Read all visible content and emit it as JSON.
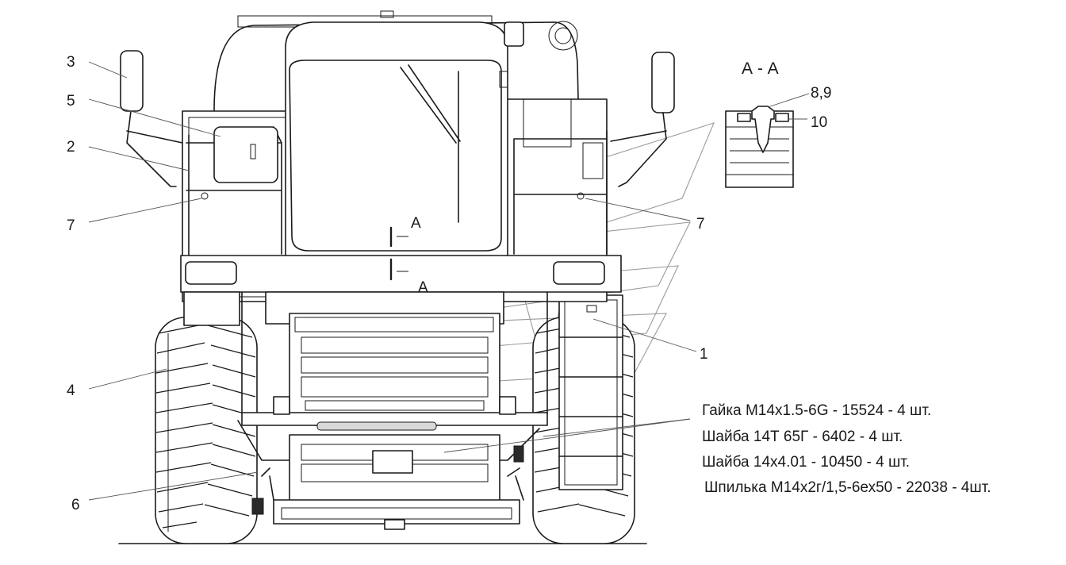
{
  "section": {
    "title": "А - А",
    "marker_top": "А",
    "marker_bottom": "А",
    "labels": [
      "8,9",
      "10"
    ]
  },
  "callouts": [
    "3",
    "5",
    "2",
    "7",
    "4",
    "6",
    "7",
    "1"
  ],
  "parts_list": [
    "Гайка М14х1.5-6G - 15524 - 4 шт.",
    "Шайба 14Т 65Г - 6402 - 4 шт.",
    "Шайба 14х4.01 - 10450 - 4 шт.",
    "Шпилька М14х2г/1,5-6ех50 - 22038 - 4шт."
  ],
  "colors": {
    "line": "#1a1a1a",
    "watermark": "#9a9a9a",
    "background": "#ffffff"
  }
}
